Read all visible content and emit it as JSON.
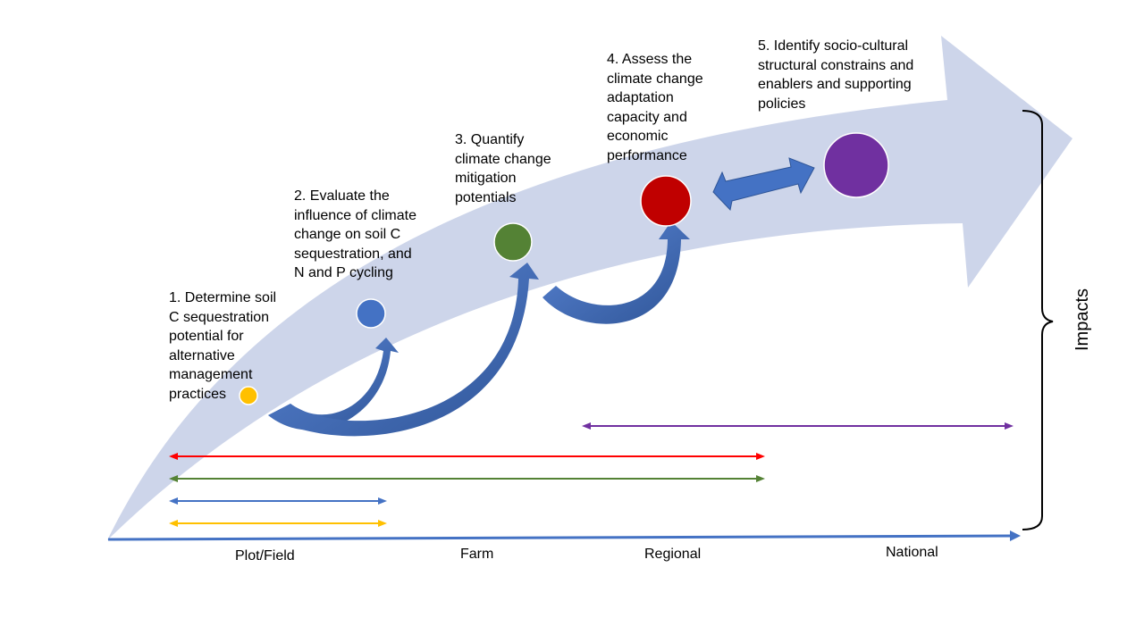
{
  "steps": [
    {
      "text": "1. Determine soil\nC sequestration\npotential for\nalternative\nmanagement\npractices",
      "color": "#FFC000"
    },
    {
      "text": "2. Evaluate the\ninfluence of climate\nchange on soil C\nsequestration, and\nN and P cycling",
      "color": "#4472C4"
    },
    {
      "text": "3. Quantify\nclimate change\nmitigation\npotentials",
      "color": "#548235"
    },
    {
      "text": "4. Assess the\nclimate change\nadaptation\ncapacity and\neconomic\nperformance",
      "color": "#C00000"
    },
    {
      "text": "5. Identify socio-cultural\nstructural constrains and\nenablers and supporting\npolicies",
      "color": "#7030A0"
    }
  ],
  "scale_labels": [
    "Plot/Field",
    "Farm",
    "Regional",
    "National"
  ],
  "impacts_label": "Impacts",
  "colors": {
    "big_arrow": "#CDD5EA",
    "curved_arrow": "#4472C4",
    "axis": "#4472C4"
  }
}
